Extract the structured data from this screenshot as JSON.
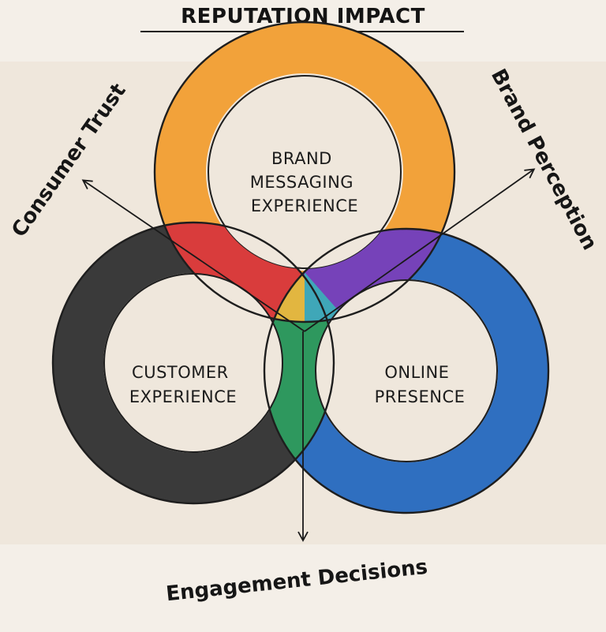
{
  "title": "REPUTATION IMPACT",
  "rings": {
    "top": {
      "lines": [
        "BRAND",
        "MESSAGING",
        "EXPERIENCE"
      ],
      "color": "#f2a23a"
    },
    "left": {
      "lines": [
        "CUSTOMER",
        "EXPERIENCE"
      ],
      "color": "#3a3a3a"
    },
    "right": {
      "lines": [
        "ONLINE",
        "PRESENCE"
      ],
      "color": "#2f6fc0"
    }
  },
  "overlaps": {
    "top_left": "#e23c3c",
    "top_right": "#7a3fb8",
    "left_right": "#2e9a58"
  },
  "axes": {
    "consumer_trust": "Consumer Trust",
    "brand_perception": "Brand Perception",
    "engagement_decisions": "Engagement Decisions"
  }
}
